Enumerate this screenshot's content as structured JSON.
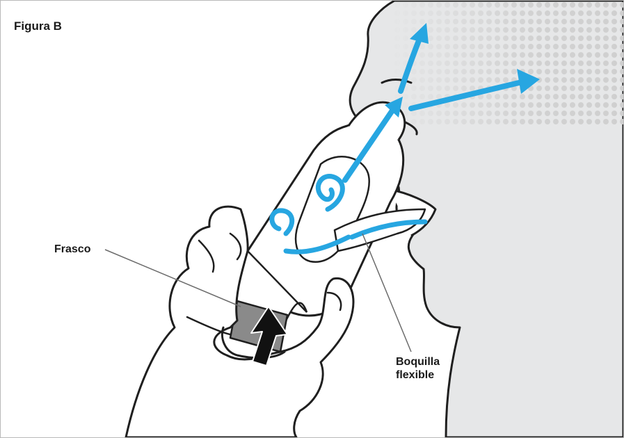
{
  "figure": {
    "title": "Figura B"
  },
  "labels": {
    "bottle": "Frasco",
    "nozzle_line1": "Boquilla",
    "nozzle_line2": "flexible"
  },
  "colors": {
    "airflow": "#27a6e1",
    "face": "#e6e7e8",
    "outline": "#1f1f1f",
    "bottle_band": "#8a8a8a",
    "halftone": "#c9c9c9"
  },
  "icons": {
    "airflow_arrows": "arrow-up-right",
    "swirls": "spiral",
    "press_arrow": "arrow-up-black"
  }
}
